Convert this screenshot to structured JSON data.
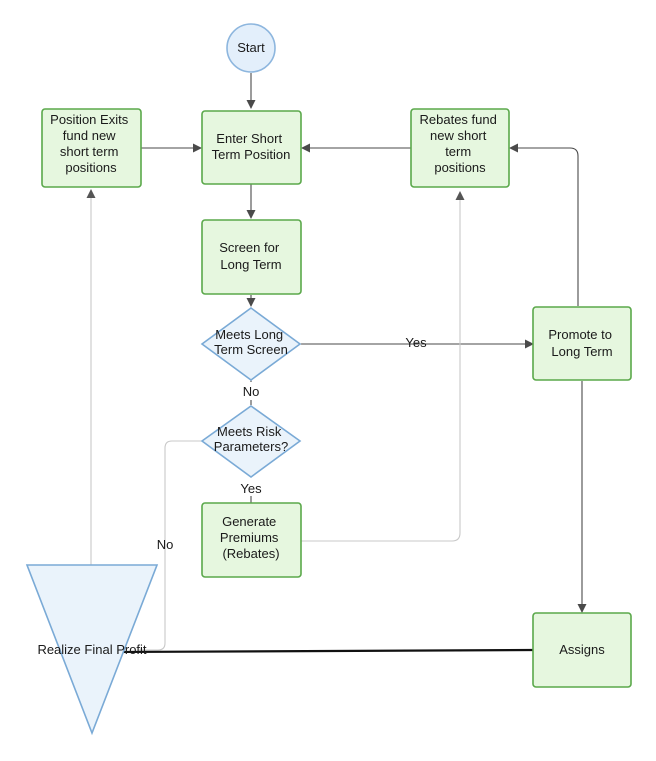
{
  "nodes": {
    "start": {
      "label": [
        "Start"
      ]
    },
    "enter_short": {
      "label": [
        "Enter Short",
        "Term Position"
      ]
    },
    "position_exits": {
      "label": [
        "Position Exits",
        "fund new",
        "short term",
        "positions"
      ]
    },
    "rebates_fund": {
      "label": [
        "Rebates fund",
        "new short",
        "term",
        "positions"
      ]
    },
    "screen_long": {
      "label": [
        "Screen for",
        "Long Term"
      ]
    },
    "meets_long": {
      "label": [
        "Meets Long",
        "Term Screen"
      ]
    },
    "promote_long": {
      "label": [
        "Promote to",
        "Long Term"
      ]
    },
    "meets_risk": {
      "label": [
        "Meets Risk",
        "Parameters?"
      ]
    },
    "generate_premiums": {
      "label": [
        "Generate",
        "Premiums",
        "(Rebates)"
      ]
    },
    "realize_profit": {
      "label": [
        "Realize Final Profit"
      ]
    },
    "assigns": {
      "label": [
        "Assigns"
      ]
    }
  },
  "edge_labels": {
    "yes_long": "Yes",
    "no_long": "No",
    "yes_risk": "Yes",
    "no_risk": "No"
  },
  "colors": {
    "process_fill": "#e6f7df",
    "process_stroke": "#5aa84a",
    "decision_fill": "#eaf3fb",
    "decision_stroke": "#7aaad6",
    "arrow": "#4a4a4a"
  }
}
